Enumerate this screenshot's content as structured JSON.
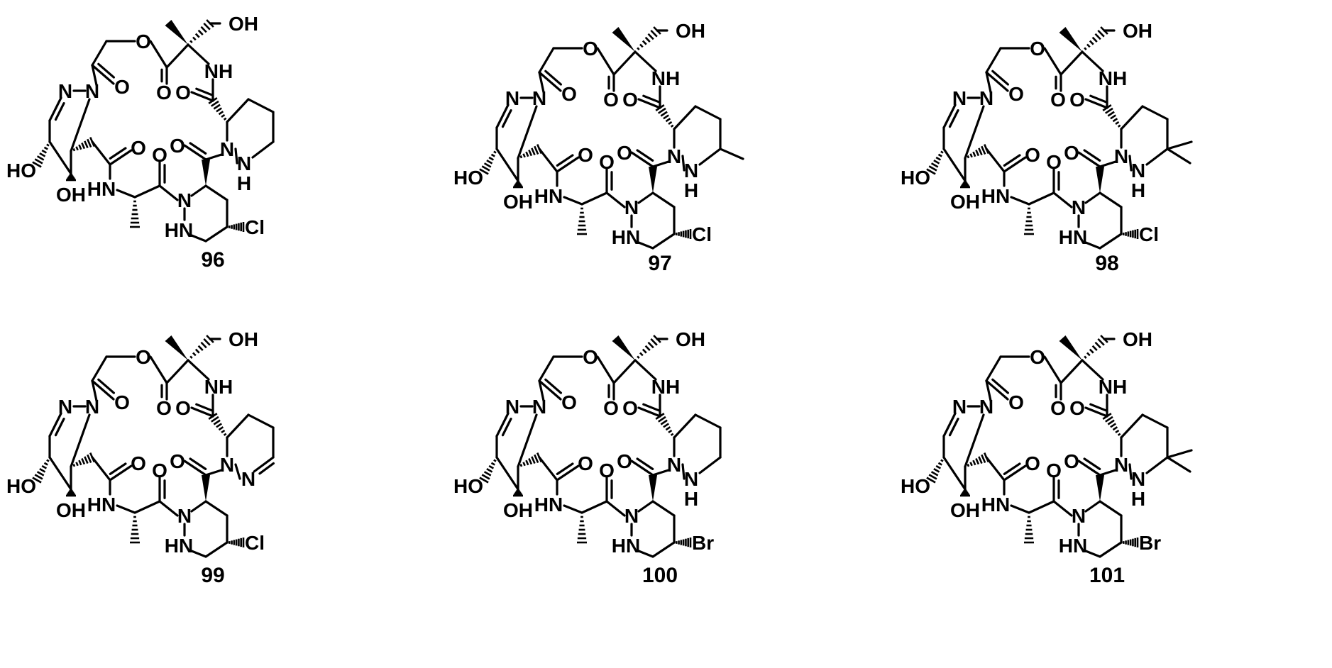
{
  "compounds": [
    {
      "label": "96",
      "variant": "pip",
      "halogen": "Cl"
    },
    {
      "label": "97",
      "variant": "methyl",
      "halogen": "Cl"
    },
    {
      "label": "98",
      "variant": "dimethyl",
      "halogen": "Cl"
    },
    {
      "label": "99",
      "variant": "hydrazone",
      "halogen": "Cl"
    },
    {
      "label": "100",
      "variant": "pip",
      "halogen": "Br"
    },
    {
      "label": "101",
      "variant": "dimethyl",
      "halogen": "Br"
    }
  ],
  "atoms": {
    "oh": "OH",
    "ho": "HO",
    "nh": "NH",
    "hn": "HN",
    "n": "N",
    "h": "H",
    "o": "O"
  }
}
